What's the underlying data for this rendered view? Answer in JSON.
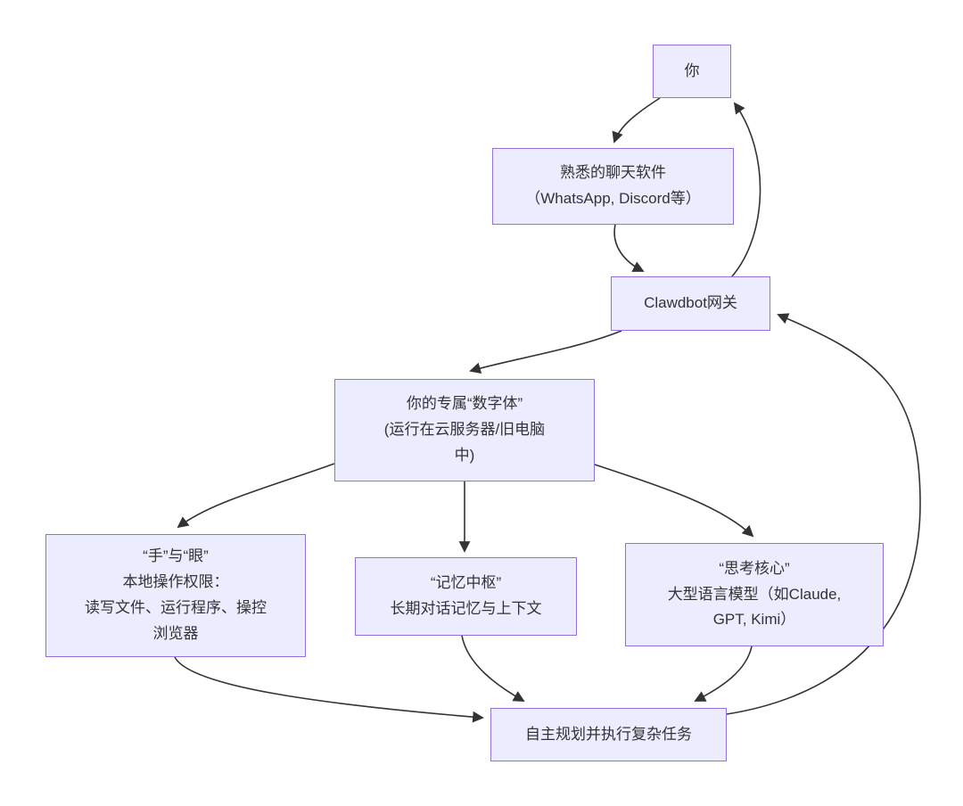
{
  "diagram": {
    "type": "flowchart",
    "direction": "top-down",
    "colors": {
      "canvas_bg": "#ffffff",
      "node_fill": "#ECECFF",
      "node_border": "#9370DB",
      "edge_color": "#333333",
      "text_color": "#333333"
    },
    "nodes": {
      "you": {
        "label": "你"
      },
      "chat": {
        "label": "熟悉的聊天软件\n（WhatsApp, Discord等）"
      },
      "gateway": {
        "label": "Clawdbot网关"
      },
      "body": {
        "label": "你的专属“数字体”\n(运行在云服务器/旧电脑\n中)"
      },
      "hands": {
        "label": "“手”与“眼”\n本地操作权限：\n读写文件、运行程序、操控\n浏览器"
      },
      "memory": {
        "label": "“记忆中枢”\n长期对话记忆与上下文"
      },
      "think": {
        "label": "“思考核心”\n大型语言模型（如Claude,\nGPT, Kimi）"
      },
      "plan": {
        "label": "自主规划并执行复杂任务"
      }
    },
    "edges": [
      {
        "from": "you",
        "to": "chat"
      },
      {
        "from": "chat",
        "to": "gateway"
      },
      {
        "from": "gateway",
        "to": "you"
      },
      {
        "from": "gateway",
        "to": "body"
      },
      {
        "from": "body",
        "to": "hands"
      },
      {
        "from": "body",
        "to": "memory"
      },
      {
        "from": "body",
        "to": "think"
      },
      {
        "from": "hands",
        "to": "plan"
      },
      {
        "from": "memory",
        "to": "plan"
      },
      {
        "from": "think",
        "to": "plan"
      },
      {
        "from": "plan",
        "to": "gateway"
      }
    ]
  }
}
